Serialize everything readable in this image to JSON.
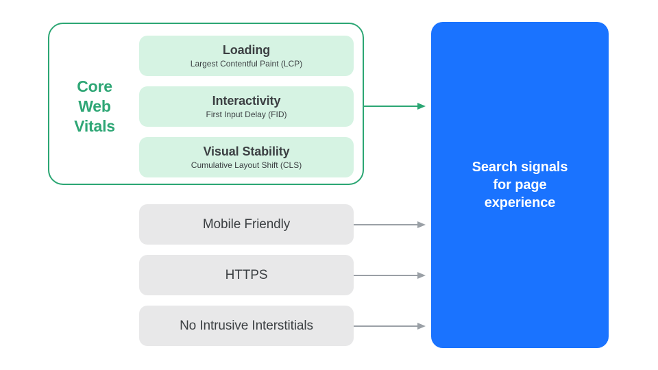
{
  "diagram": {
    "title": "Search signals for page experience",
    "colors": {
      "accent_green": "#2ba673",
      "vital_card_bg": "#d6f3e3",
      "gray_card_bg": "#e8e8e9",
      "panel_blue": "#1a73ff",
      "text_dark": "#3c4043",
      "arrow_gray": "#9aa0a6",
      "background": "#ffffff"
    },
    "core_web_vitals": {
      "label_lines": [
        "Core",
        "Web",
        "Vitals"
      ],
      "label_text": "Core Web Vitals",
      "items": [
        {
          "title": "Loading",
          "subtitle": "Largest Contentful Paint (LCP)"
        },
        {
          "title": "Interactivity",
          "subtitle": "First Input Delay (FID)"
        },
        {
          "title": "Visual Stability",
          "subtitle": "Cumulative Layout Shift (CLS)"
        }
      ]
    },
    "other_signals": [
      {
        "label": "Mobile Friendly"
      },
      {
        "label": "HTTPS"
      },
      {
        "label": "No Intrusive Interstitials"
      }
    ],
    "output_panel": {
      "text": "Search signals\nfor page\nexperience"
    },
    "connectors": [
      {
        "name": "core-web-vitals-arrow",
        "color": "#2ba673"
      },
      {
        "name": "mobile-friendly-arrow",
        "color": "#9aa0a6"
      },
      {
        "name": "https-arrow",
        "color": "#9aa0a6"
      },
      {
        "name": "interstitials-arrow",
        "color": "#9aa0a6"
      }
    ]
  }
}
